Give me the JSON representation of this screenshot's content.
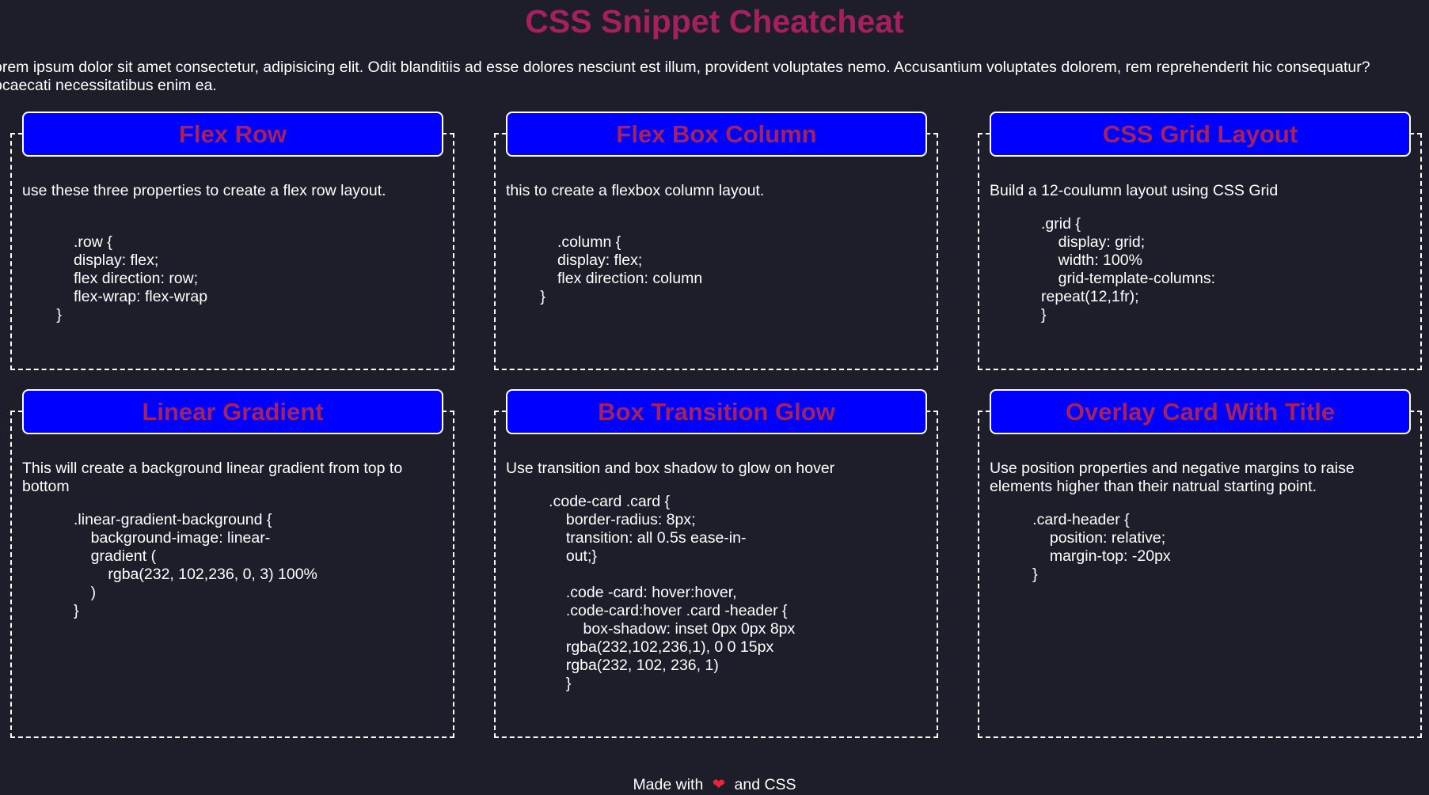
{
  "page": {
    "title": "CSS Snippet Cheatcheat",
    "intro": "orem ipsum dolor sit amet consectetur, adipisicing elit. Odit blanditiis ad esse dolores nesciunt est illum, provident voluptates nemo. Accusantium voluptates dolorem, rem reprehenderit hic consequatur?\nbcaecati necessitatibus enim ea."
  },
  "cards": [
    {
      "title": "Flex Row",
      "description": "use these three properties to create a flex row layout.",
      "code": "            .row {\n            display: flex;\n            flex direction: row;\n            flex-wrap: flex-wrap\n        }"
    },
    {
      "title": "Flex Box Column",
      "description": "this to create a flexbox column layout.",
      "code": "            .column {\n            display: flex;\n            flex direction: column\n        }"
    },
    {
      "title": "CSS Grid Layout",
      "description": "Build a 12-coulumn layout using CSS Grid",
      "code": "            .grid {\n                display: grid;\n                width: 100%\n                grid-template-columns:\n            repeat(12,1fr);\n            }"
    },
    {
      "title": "Linear Gradient",
      "description": "This will create a background linear gradient from top to bottom",
      "code": "            .linear-gradient-background {\n                background-image: linear-\n                gradient (\n                    rgba(232, 102,236, 0, 3) 100%\n                )\n            }"
    },
    {
      "title": "Box Transition Glow",
      "description": "Use transition and box shadow to glow on hover",
      "code": "          .code-card .card {\n              border-radius: 8px;\n              transition: all 0.5s ease-in-\n              out;}\n\n              .code -card: hover:hover,\n              .code-card:hover .card -header {\n                  box-shadow: inset 0px 0px 8px\n              rgba(232,102,236,1), 0 0 15px\n              rgba(232, 102, 236, 1)\n              }"
    },
    {
      "title": "Overlay Card With Title",
      "description": "Use position properties and negative margins to raise elements higher than their natrual starting point.",
      "code": "          .card-header {\n              position: relative;\n              margin-top: -20px\n          }"
    }
  ],
  "footer": {
    "prefix": "Made with",
    "heart_icon": "heart-icon",
    "suffix": "and CSS"
  },
  "colors": {
    "background": "#1e1e2b",
    "title": "#a4205f",
    "header_bg": "#0000fe",
    "heart": "#e8243c"
  }
}
